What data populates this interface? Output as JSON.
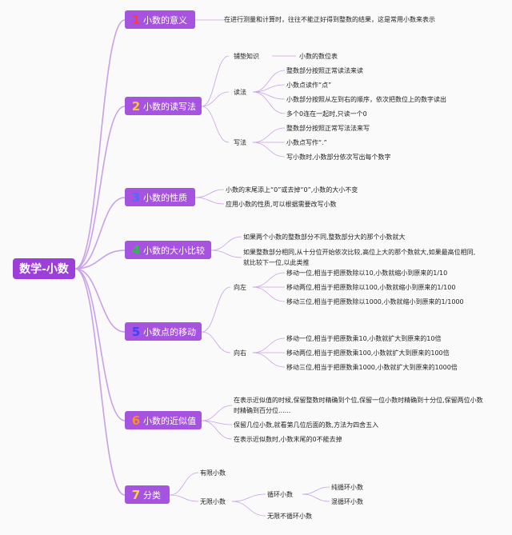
{
  "root": "数学-小数",
  "branches": [
    {
      "num": "1",
      "num_color": "#ff3b3b",
      "label": "小数的意义",
      "items": [
        "在进行测量和计算时，往往不能正好得到整数的结果，这是常用小数来表示"
      ]
    },
    {
      "num": "2",
      "num_color": "#ffc23a",
      "label": "小数的读写法",
      "sub": [
        {
          "label": "铺垫知识",
          "items": [
            "小数的数位表"
          ]
        },
        {
          "label": "读法",
          "items": [
            "整数部分按照正常读法来读",
            "小数点读作“点”",
            "小数部分按照从左到右的顺序，依次把数位上的数字读出",
            "多个0连在一起时,只读一个0"
          ]
        },
        {
          "label": "写法",
          "items": [
            "整数部分按照正常写法法来写",
            "小数点写作“.”",
            "写小数时,小数部分依次写出每个数字"
          ]
        }
      ]
    },
    {
      "num": "3",
      "num_color": "#4f6bff",
      "label": "小数的性质",
      "items": [
        "小数的末尾添上“0”或去掉“0”,小数的大小不变",
        "应用小数的性质,可以根据需要改写小数"
      ]
    },
    {
      "num": "4",
      "num_color": "#2dbd4f",
      "label": "小数的大小比较",
      "items": [
        "如果两个小数的整数部分不同,整数部分大的那个小数就大",
        "如果整数部分相同,从十分位开始依次比较,高位上大的那个数就大,如果最高位相同,就比较下一位,以此类推"
      ]
    },
    {
      "num": "5",
      "num_color": "#3b45ff",
      "label": "小数点的移动",
      "sub": [
        {
          "label": "向左",
          "items": [
            "移动一位,相当于把原数除以10,小数就缩小到原来的1/10",
            "移动两位,相当于把原数除以100,小数就缩小到原来的1/100",
            "移动三位,相当于把原数除以1000,小数就缩小到原来的1/1000"
          ]
        },
        {
          "label": "向右",
          "items": [
            "移动一位,相当于把原数乘10,小数就扩大到原来的10倍",
            "移动两位,相当于把原数乘100,小数就扩大到原来的100倍",
            "移动三位,相当于把原数乘1000,小数就扩大到原来的1000倍"
          ]
        }
      ]
    },
    {
      "num": "6",
      "num_color": "#ff8a2b",
      "label": "小数的近似值",
      "items": [
        "在表示近似值的时候,保留整数时精确到个位,保留一位小数时精确到十分位,保留两位小数时精确到百分位......",
        "保留几位小数,就看第几位后面的数,方法为四舍五入",
        "在表示近似数时,小数末尾的0不能去掉"
      ]
    },
    {
      "num": "7",
      "num_color": "#ffd23a",
      "label": "分类",
      "sub": [
        {
          "label": "有限小数"
        },
        {
          "label": "无限小数",
          "sub": [
            {
              "label": "循环小数",
              "items": [
                "纯循环小数",
                "混循环小数"
              ]
            },
            {
              "label": "无限不循环小数"
            }
          ]
        }
      ]
    }
  ]
}
